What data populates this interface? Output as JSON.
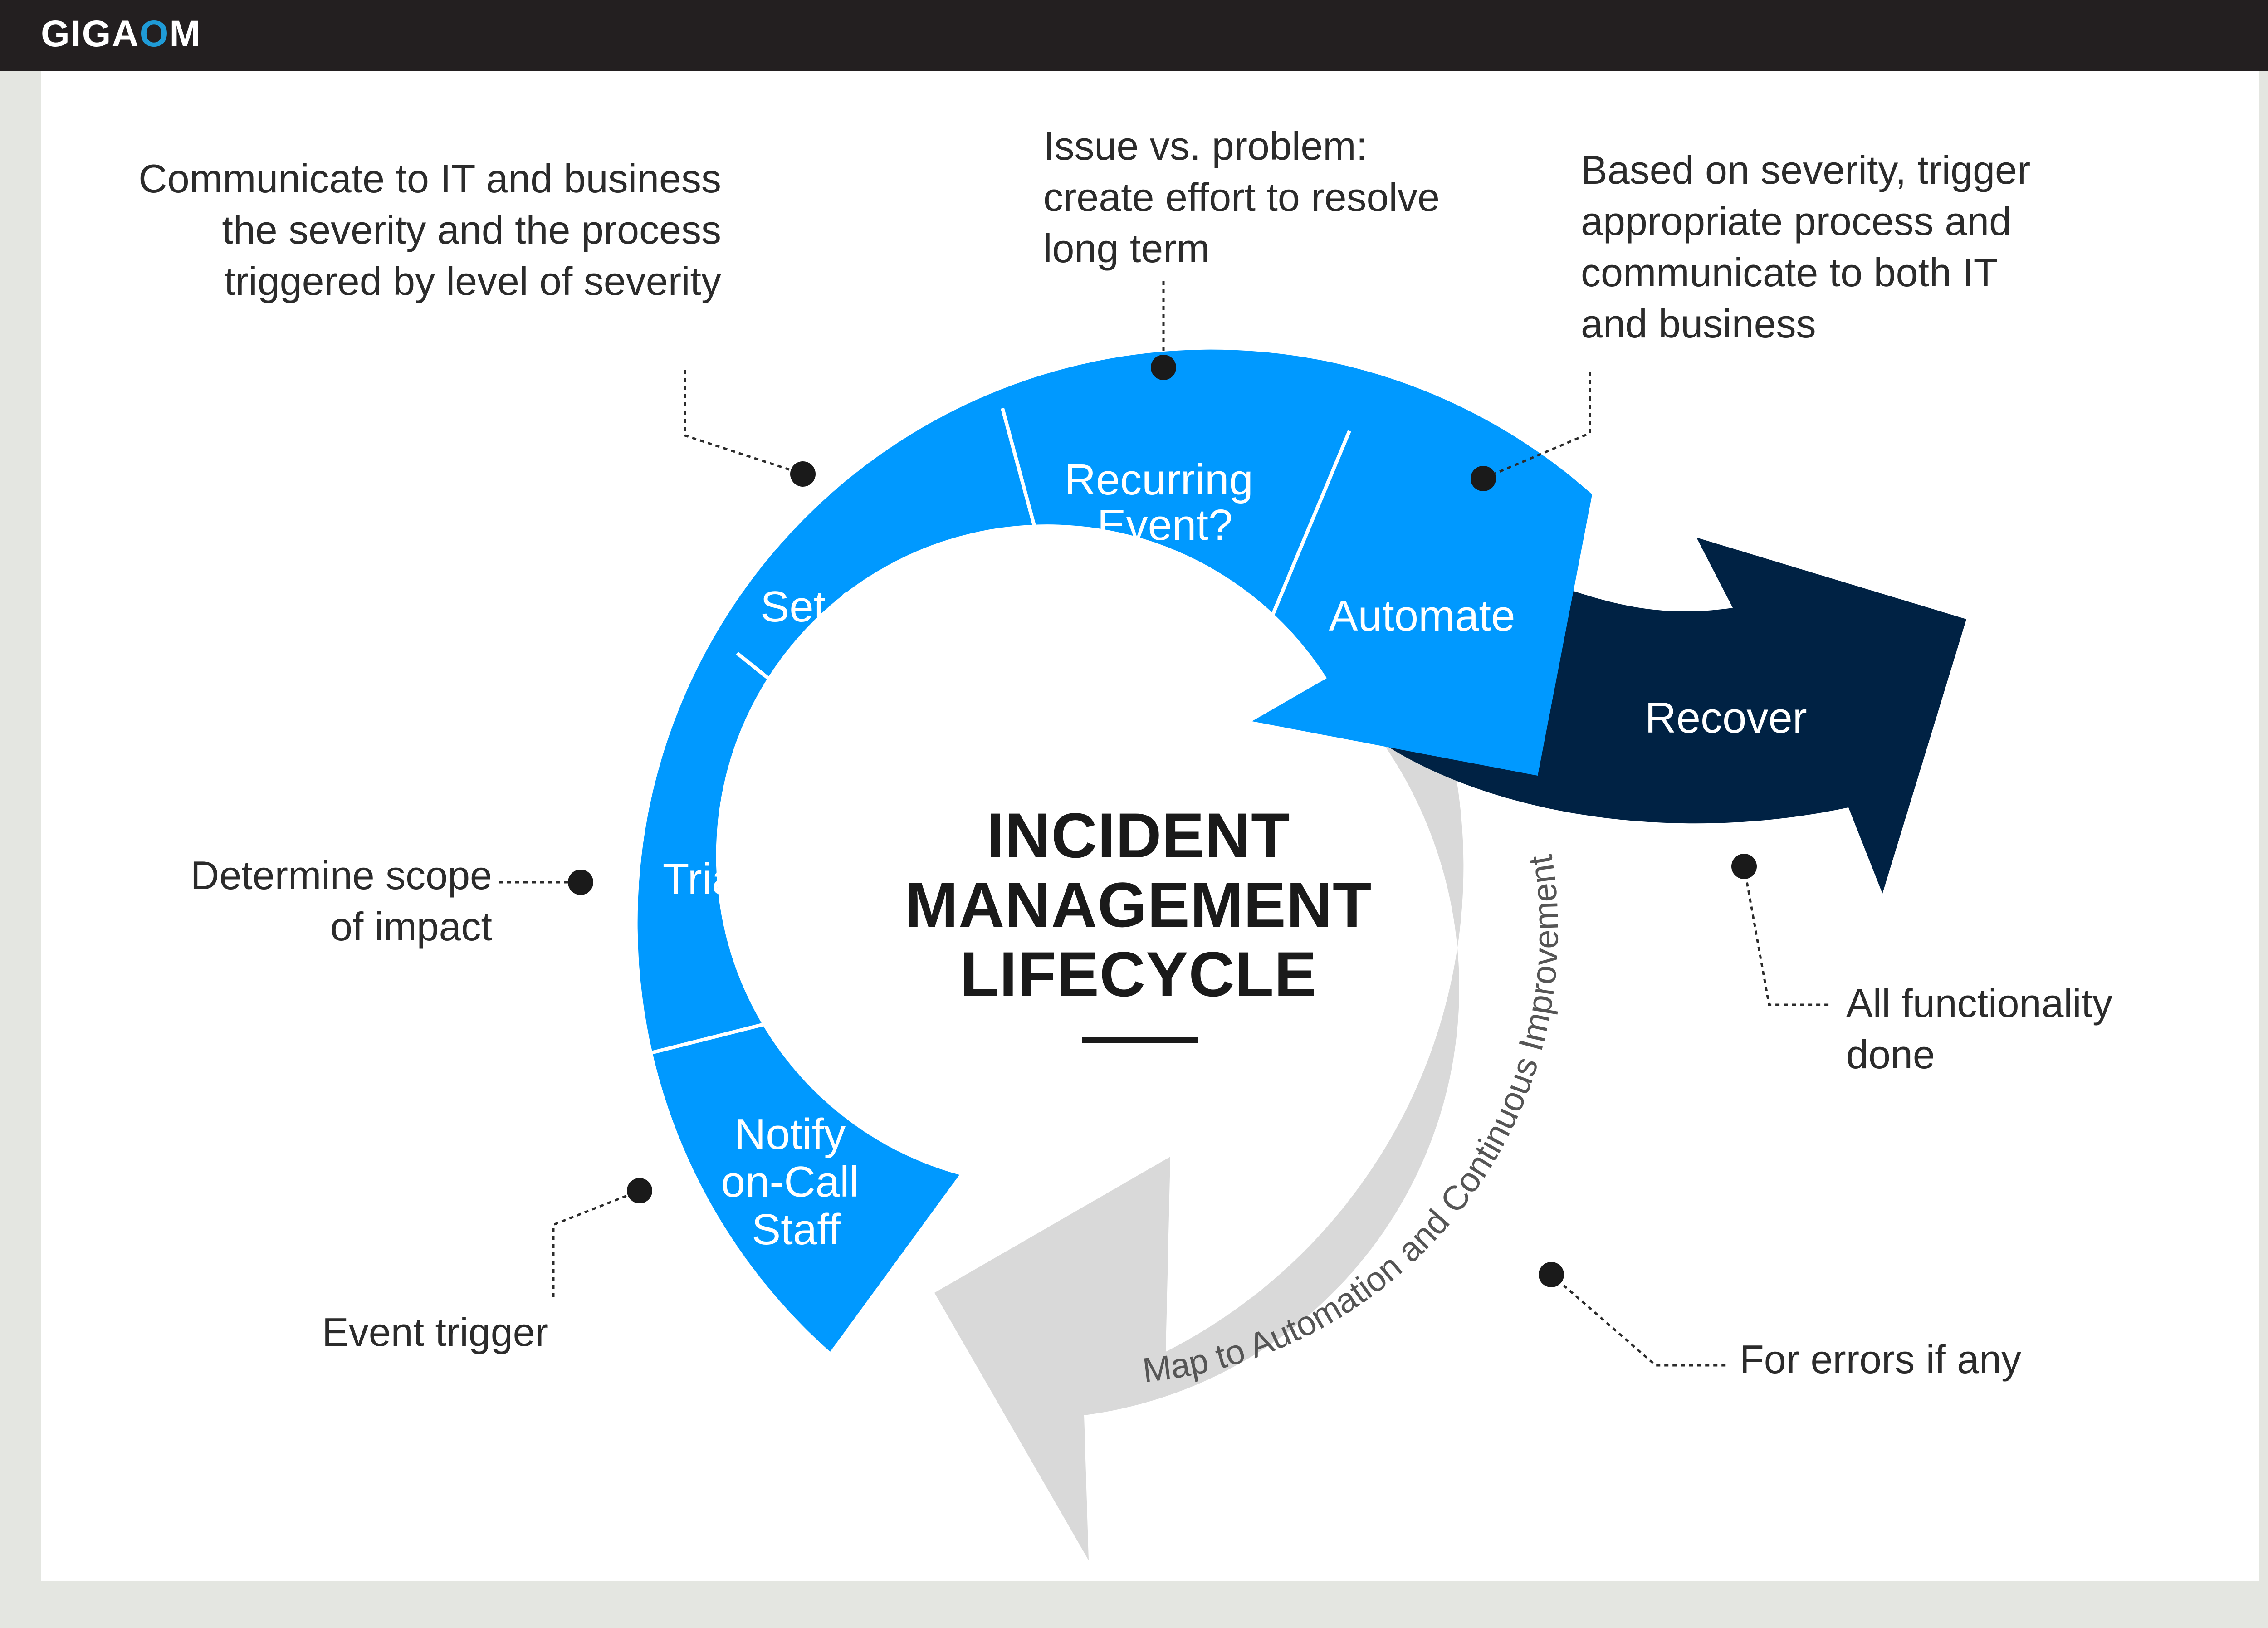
{
  "brand": {
    "logo_before": "GIGA",
    "logo_o": "O",
    "logo_after": "M"
  },
  "title": "INCIDENT\nMANAGEMENT\nLIFECYCLE",
  "segments": {
    "notify": "Notify\non-Call\nStaff",
    "triage": "Triage",
    "set_severity": "Set Severity",
    "recurring": "Recurring\nEvent?",
    "automate": "Automate",
    "recover": "Recover",
    "improve": "Map to Automation and Continuous Improvement"
  },
  "notes": {
    "communicate": "Communicate to IT and business\nthe severity and the process\ntriggered by level of severity",
    "issue": "Issue vs. problem:\ncreate effort to resolve\nlong term",
    "based": "Based on severity, trigger\nappropriate process and\ncommunicate to both IT\nand business",
    "determine": "Determine scope\nof impact",
    "event_trigger": "Event trigger",
    "all_done": "All functionality\ndone",
    "errors": "For errors if any"
  },
  "colors": {
    "blue": "#0099ff",
    "navy": "#002244",
    "gray_arrow": "#d9d9d9",
    "background": "#e4e6e1",
    "header_bar": "#231f20"
  }
}
